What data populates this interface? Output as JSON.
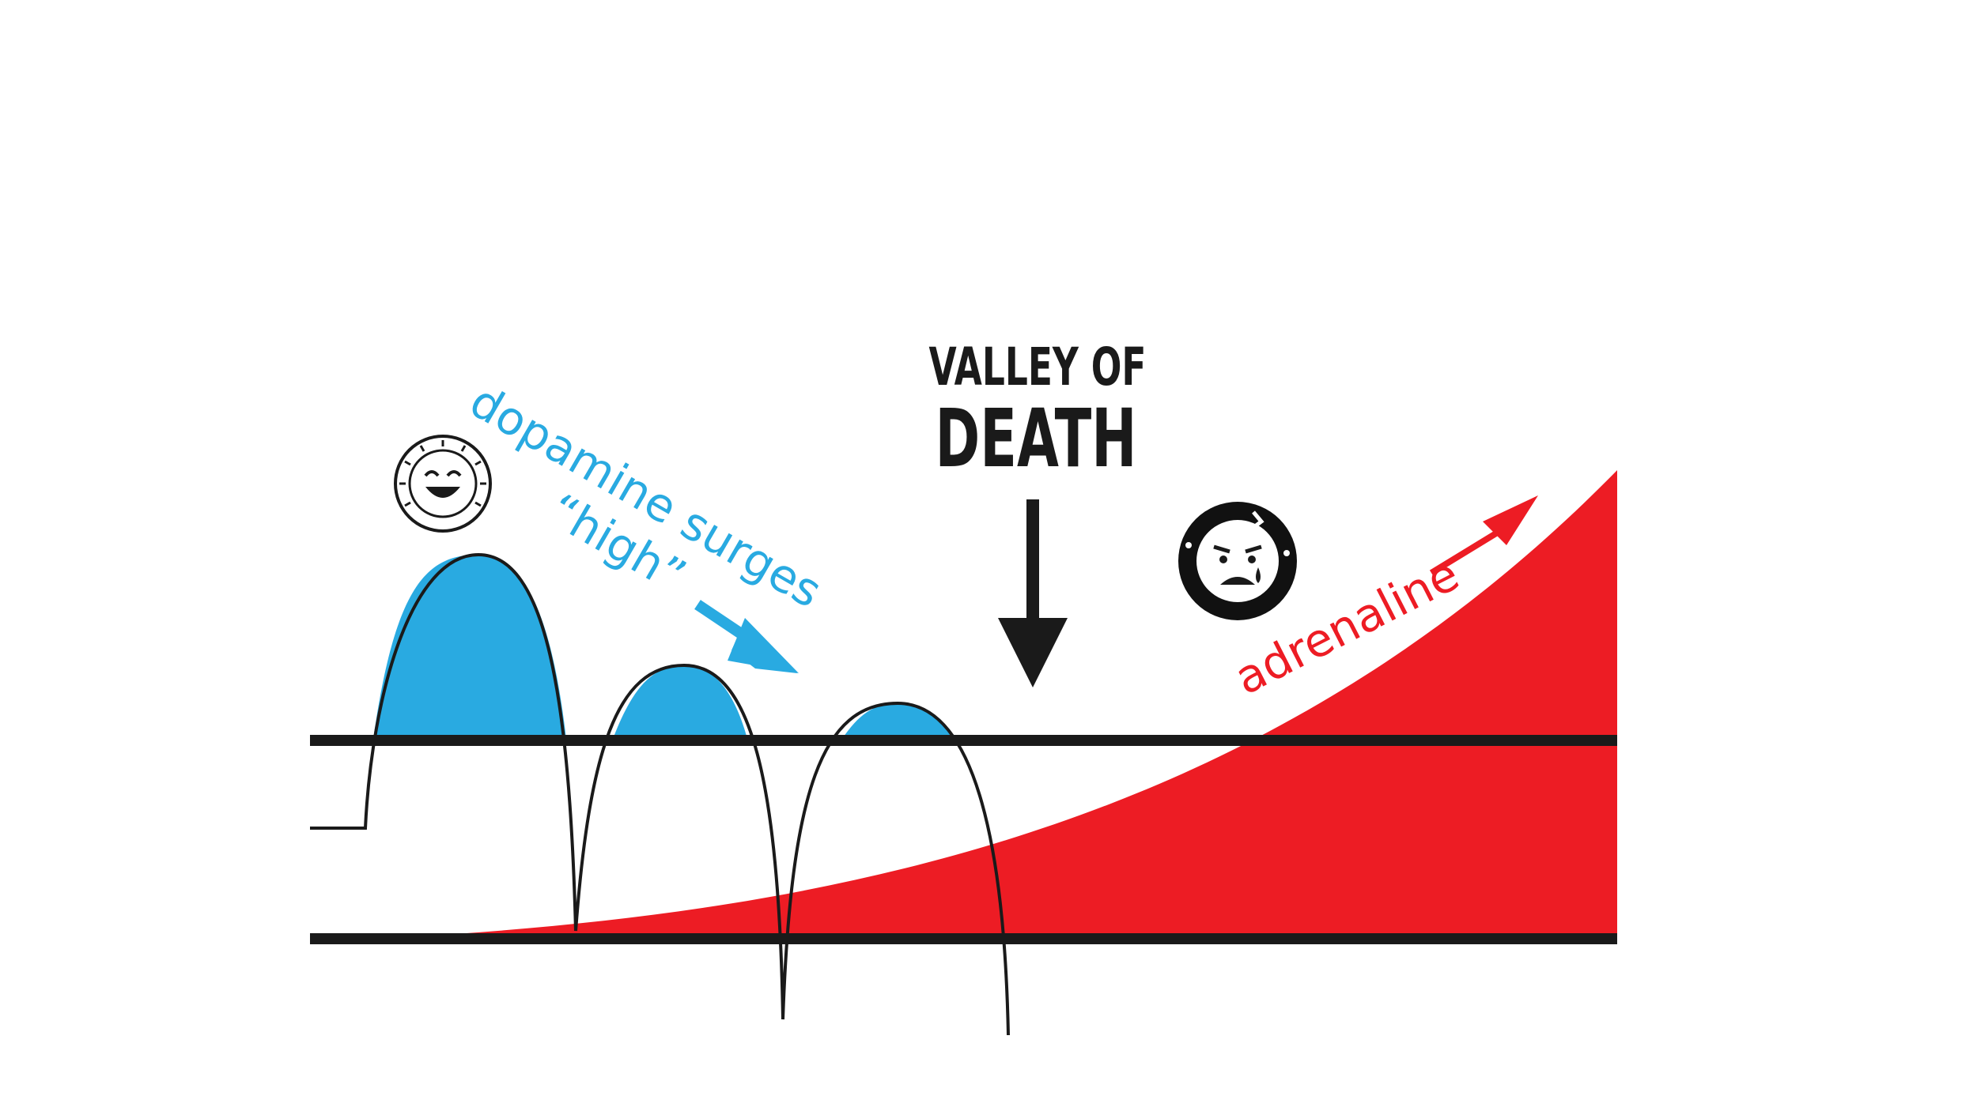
{
  "labels": {
    "valley_line1": "VALLEY OF",
    "valley_line2": "DEATH",
    "dopamine": "dopamine surges",
    "high": "“high”",
    "adrenaline": "adrenaline"
  },
  "icons": {
    "happy_face": "happy-sun-face-icon",
    "scared_face": "scared-face-icon",
    "down_arrow": "down-arrow-icon",
    "blue_arrow": "diagonal-down-arrow-icon",
    "red_arrow": "diagonal-up-arrow-icon"
  },
  "colors": {
    "dopamine": "#29aae1",
    "adrenaline": "#ed1c24",
    "ink": "#1a1a1a",
    "background": "#ffffff"
  }
}
